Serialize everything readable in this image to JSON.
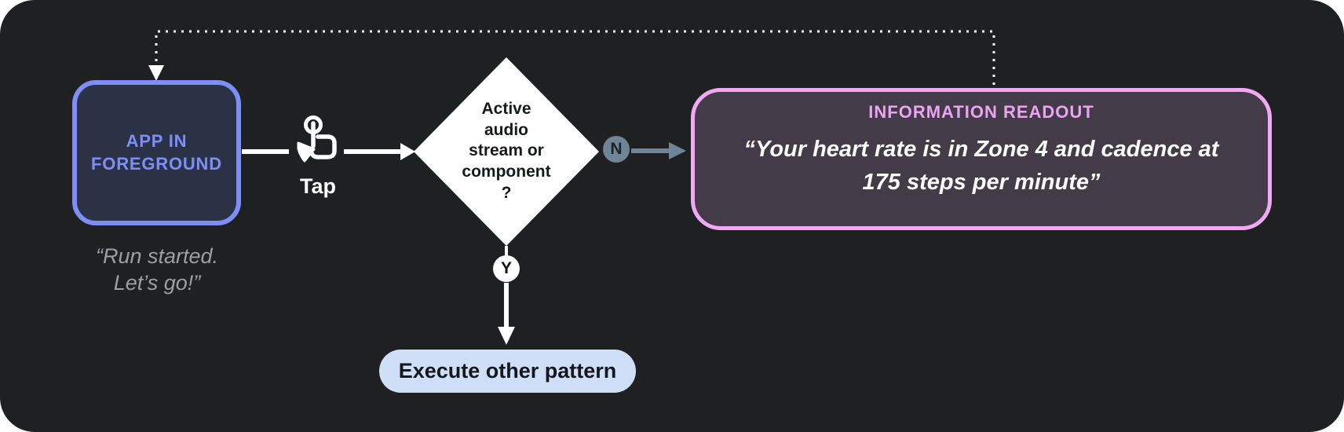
{
  "palette": {
    "panel_bg": "#1f2021",
    "app_accent": "#7d8ff7",
    "app_fill": "#2c3246",
    "info_border": "#f0a9f2",
    "info_title_color": "#eba4f2",
    "info_fill": "#443b48",
    "slate_badge": "#6f8494",
    "pill_bg": "#cfdff8",
    "connector_white": "#ffffff"
  },
  "flow": {
    "app_node": {
      "label_line1": "APP IN",
      "label_line2": "FOREGROUND",
      "caption_line1": "“Run started.",
      "caption_line2": "Let’s go!”"
    },
    "tap": {
      "icon": "tap-gesture-icon",
      "label": "Tap"
    },
    "decision": {
      "lines": [
        "Active",
        "audio",
        "stream or",
        "component",
        "?"
      ]
    },
    "branch_no": {
      "badge": "N"
    },
    "branch_yes": {
      "badge": "Y"
    },
    "info_node": {
      "title": "INFORMATION READOUT",
      "quote_line1": "“Your heart rate is in Zone 4 and cadence at",
      "quote_line2": "175 steps per minute”"
    },
    "action_node": {
      "label": "Execute other pattern"
    }
  }
}
